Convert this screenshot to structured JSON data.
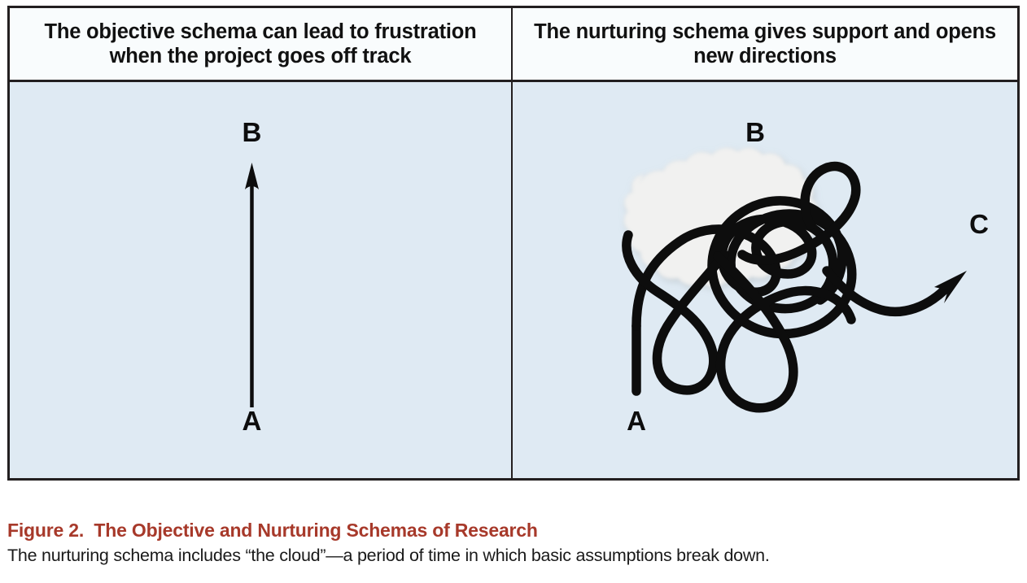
{
  "figure": {
    "panels": [
      {
        "id": "objective",
        "header": "The objective schema can lead to frustration when the project goes off track",
        "diagram_type": "straight-arrow",
        "labels": {
          "start": "A",
          "end": "B"
        }
      },
      {
        "id": "nurturing",
        "header": "The nurturing schema gives support and opens new directions",
        "diagram_type": "tangled-path-with-cloud",
        "labels": {
          "start": "A",
          "intended_end": "B",
          "actual_end": "C"
        }
      }
    ],
    "caption": {
      "title": "Figure 2.  The Objective and Nurturing Schemas of Research",
      "text": "The nurturing schema includes “the cloud”—a period of time in which basic assumptions break down."
    },
    "colors": {
      "panel_background": "#dfeaf3",
      "header_background": "#f9fcfd",
      "border": "#231f20",
      "ink": "#0d0d0d",
      "cloud": "#f2f2f1",
      "title_red": "#a7392a",
      "caption_text": "#1a1a1a"
    }
  }
}
